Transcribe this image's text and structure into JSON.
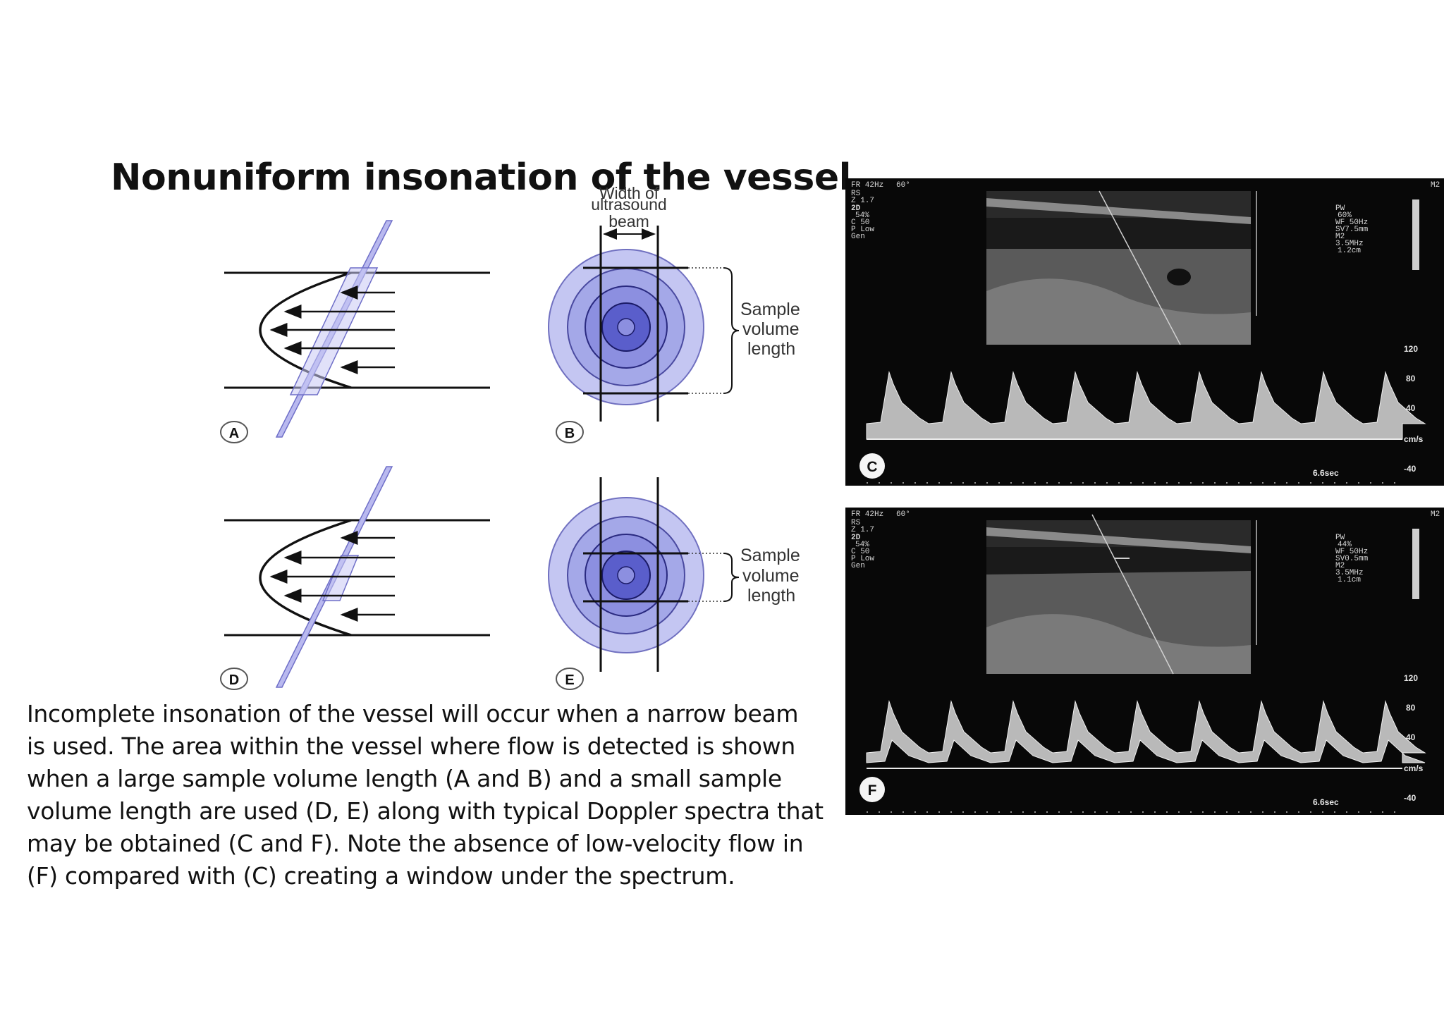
{
  "slide": {
    "title": "Nonuniform insonation of the vessel",
    "caption": " Incomplete insonation of the vessel will occur when a narrow beam is used. The area within the vessel where flow is detected is shown when a large sample volume length (A and B) and a small sample volume length are used (D, E) along with typical Doppler spectra that may be obtained (C and F). Note the absence of low-velocity flow in (F) compared with (C) creating a window under the spectrum."
  },
  "diagram": {
    "beam_label": [
      "Width of",
      "ultrasound",
      "beam"
    ],
    "sample_label": [
      "Sample",
      "volume",
      "length"
    ],
    "panel_letters": {
      "a": "A",
      "b": "B",
      "d": "D",
      "e": "E"
    }
  },
  "ultrasound": {
    "c": {
      "letter": "C",
      "header": [
        "FR 42Hz",
        "60°"
      ],
      "left_params": [
        "RS",
        "Z 1.7",
        "2D",
        "54%",
        "C 50",
        "P Low",
        "Gen"
      ],
      "right_params": [
        "PW",
        "60%",
        "WF 50Hz",
        "SV7.5mm",
        "M2",
        "3.5MHz",
        "1.2cm"
      ],
      "scale_ticks": [
        "120",
        "80",
        "40",
        "cm/s",
        "-40"
      ],
      "duration": "6.6sec",
      "m2": "M2"
    },
    "f": {
      "letter": "F",
      "header": [
        "FR 42Hz",
        "60°"
      ],
      "left_params": [
        "RS",
        "Z 1.7",
        "2D",
        "54%",
        "C 50",
        "P Low",
        "Gen"
      ],
      "right_params": [
        "PW",
        "44%",
        "WF 50Hz",
        "SV0.5mm",
        "M2",
        "3.5MHz",
        "1.1cm"
      ],
      "scale_ticks": [
        "120",
        "80",
        "40",
        "cm/s",
        "-40"
      ],
      "duration": "6.6sec",
      "m2": "M2"
    }
  },
  "colors": {
    "beam_fill": "#b9b9ef",
    "beam_stroke": "#6f6fc8",
    "ring_outer": "#c4c6f2",
    "ring_mid": "#a4a8e8",
    "ring_inner": "#8c8fe0",
    "ring_core": "#5a5ecb",
    "ultrasound_bg": "#080808"
  }
}
